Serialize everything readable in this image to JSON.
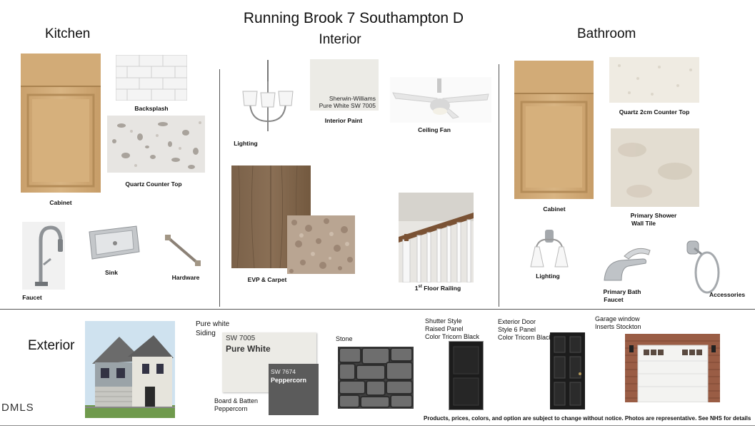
{
  "title": "Running Brook 7 Southampton D",
  "sections": {
    "interior": "Interior",
    "kitchen": "Kitchen",
    "bathroom": "Bathroom",
    "exterior": "Exterior"
  },
  "kitchen": {
    "cabinet": "Cabinet",
    "backsplash": "Backsplash",
    "quartz": "Quartz Counter Top",
    "faucet": "Faucet",
    "sink": "Sink",
    "hardware": "Hardware"
  },
  "interior": {
    "lighting": "Lighting",
    "paint_brand": "Sherwin-Williams",
    "paint_name": "Pure White SW 7005",
    "paint": "Interior Paint",
    "fan": "Ceiling Fan",
    "floor": "EVP & Carpet",
    "railing_sup": "st",
    "railing_num": "1",
    "railing_rest": " Floor Railing"
  },
  "bathroom": {
    "quartz": "Quartz 2cm Counter Top",
    "cabinet": "Cabinet",
    "tile_line1": "Primary Shower",
    "tile_line2": "Wall Tile",
    "lighting": "Lighting",
    "faucet_line1": "Primary Bath",
    "faucet_line2": "Faucet",
    "accessories": "Accessories"
  },
  "exterior": {
    "siding_line1": "Pure white",
    "siding_line2": "Siding",
    "sw_code1": "SW 7005",
    "sw_name1": "Pure White",
    "sw_code2": "SW 7674",
    "sw_name2": "Peppercorn",
    "batten_line1": "Board & Batten",
    "batten_line2": "Peppercorn",
    "stone": "Stone",
    "shutter_line1": "Shutter Style",
    "shutter_line2": "Raised Panel",
    "shutter_line3": "Color Tricorn Black",
    "door_line1": "Exterior Door",
    "door_line2": "Style 6 Panel",
    "door_line3": "Color Tricorn Black",
    "garage_line1": "Garage window",
    "garage_line2": "Inserts Stockton"
  },
  "disclaimer": "Products, prices, colors, and option are subject to change without notice. Photos are representative. See NHS for details",
  "watermark": "DMLS",
  "colors": {
    "cabinet": "#d3ad7c",
    "peppercorn": "#5b5b5b",
    "pure_white": "#ecebe6",
    "tricorn_black": "#1c1c1c"
  }
}
